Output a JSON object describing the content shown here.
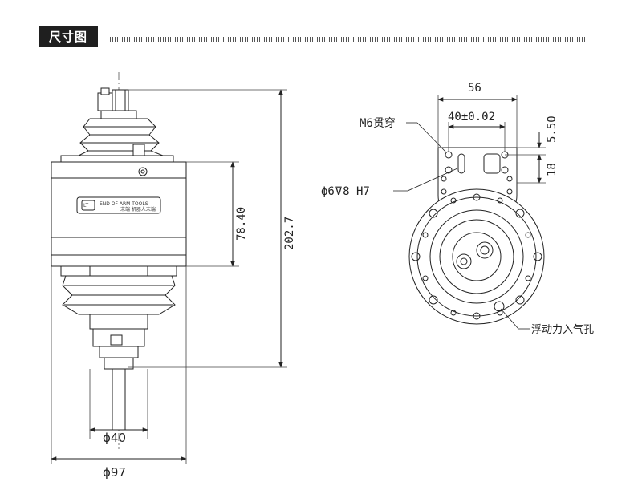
{
  "header": {
    "title": "尺寸图"
  },
  "side_view": {
    "dim_dia_small": "ϕ40",
    "dim_dia_large": "ϕ97",
    "dim_height_body": "78.40",
    "dim_height_total": "202.7",
    "label_brand": "END OF ARM TOOLS",
    "label_brand_sub": "末端·机器人末端",
    "label_logo": "LT"
  },
  "front_view": {
    "dim_width": "56",
    "dim_hole_spacing": "40±0.02",
    "dim_top_offset": "5.50",
    "dim_slot_height": "18",
    "callout_m6": "M6贯穿",
    "callout_pin": "ϕ6⊽8 H7",
    "callout_air": "浮动力入气孔"
  }
}
